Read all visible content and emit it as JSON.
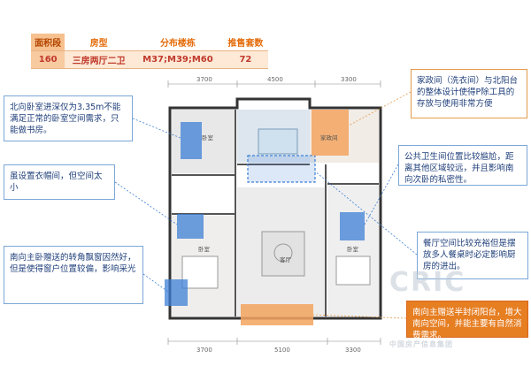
{
  "summary_table": {
    "headers": [
      "面积段",
      "房型",
      "分布楼栋",
      "推售套数"
    ],
    "row": [
      "160",
      "三房两厅二卫",
      "M37;M39;M60",
      "72"
    ]
  },
  "plan": {
    "dims_top": [
      "3700",
      "4500",
      "3300"
    ],
    "dims_bottom": [
      "3700",
      "5100",
      "3300"
    ],
    "rooms": {
      "bedroom": "卧室",
      "living": "客厅",
      "storage": "家政间"
    }
  },
  "callouts": {
    "north_bedroom": "北向卧室进深仅为3.35m不能满足正常的卧室空间需求，只能做书房。",
    "wardrobe": "虽设置衣帽间，但空间太小",
    "master_bay": "南向主卧赠送的转角飘窗因然好，但是使得窗户位置较偏，影响采光",
    "laundry": "家政间（洗衣间）与北阳台的整体设计使得P除工具的存放与使用非常方便",
    "public_bath": "公共卫生间位置比较尴尬，距离其他区域较远，并且影响南向次卧的私密性。",
    "dining": "餐厅空间比较充裕但是摆放多人餐桌时必定影响厨房的进出。",
    "south_terrace": "南向主赠送半封闭阳台，增大南向空间，并能主要有自然消费需求。"
  },
  "watermark": {
    "main": "CRIC",
    "sub": "中国房产信息集团"
  },
  "colors": {
    "highlight_blue": "#3d7fd6",
    "highlight_orange": "#f3a45f",
    "accent": "#e46c0a"
  }
}
